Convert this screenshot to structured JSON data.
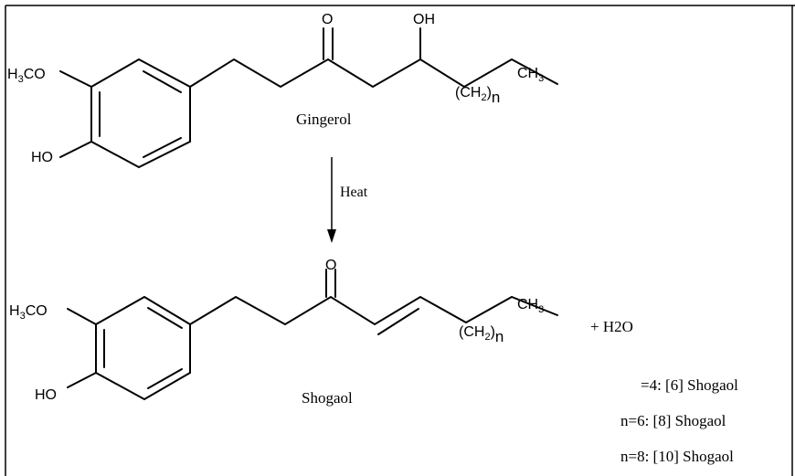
{
  "gingerol": {
    "name": "Gingerol",
    "methoxy": {
      "pre": "H",
      "sub": "3",
      "post": "CO"
    },
    "hydroxy_ring": "HO",
    "carbonyl_o": "O",
    "hydroxyl": "OH",
    "chain": {
      "pre": "(CH",
      "sub": "2",
      "post": ")",
      "n": "n"
    },
    "terminal": {
      "pre": "CH",
      "sub": "3"
    }
  },
  "reaction": {
    "label": "Heat"
  },
  "shogaol": {
    "name": "Shogaol",
    "methoxy": {
      "pre": "H",
      "sub": "3",
      "post": "CO"
    },
    "hydroxy_ring": "HO",
    "carbonyl_o": "O",
    "chain": {
      "pre": "(CH",
      "sub": "2",
      "post": ")",
      "n": "n"
    },
    "terminal": {
      "pre": "CH",
      "sub": "3"
    },
    "byproduct": "+ H2O"
  },
  "variants": [
    "=4: [6] Shogaol",
    "n=6: [8] Shogaol",
    "n=8: [10] Shogaol"
  ]
}
